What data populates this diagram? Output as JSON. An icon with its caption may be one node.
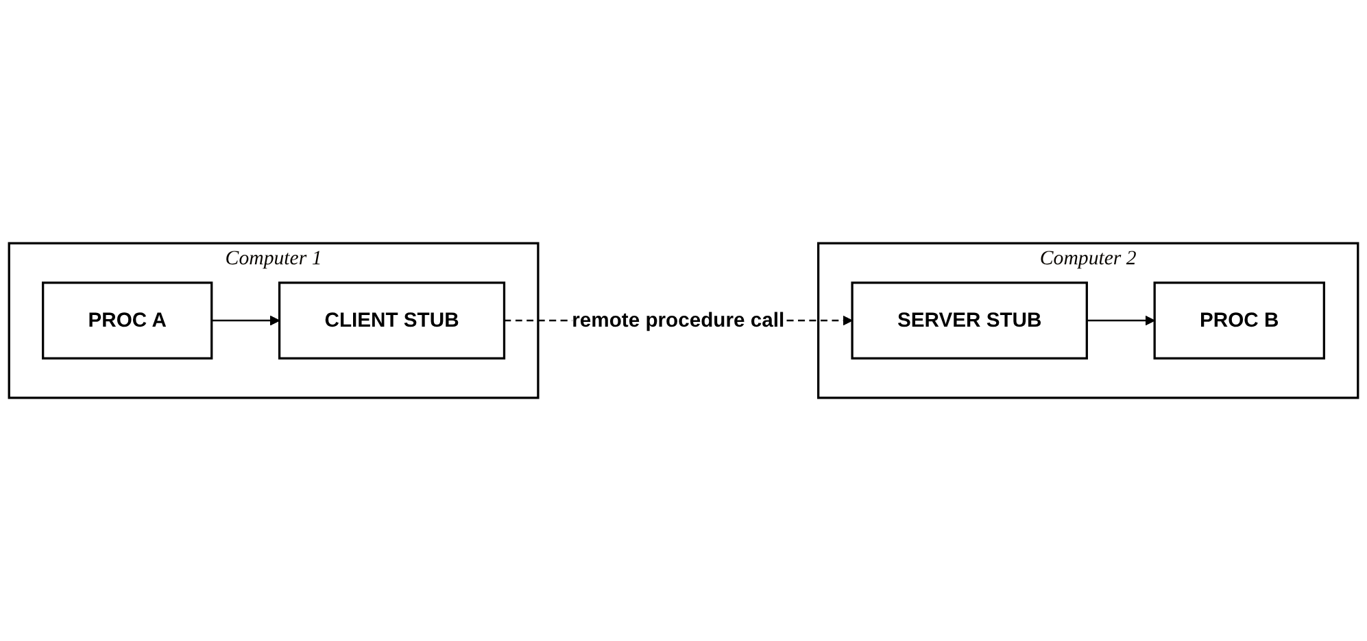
{
  "diagram": {
    "nodes": [
      {
        "text": [
          "Computer 1"
        ]
      },
      {
        "text": [
          "PROC A"
        ],
        "in": 0
      },
      {
        "text": [
          "CLIENT STUB"
        ],
        "in": 0
      },
      {
        "text": [
          "Computer 2"
        ]
      },
      {
        "text": [
          "SERVER STUB"
        ],
        "in": 3
      },
      {
        "text": [
          "PROC B"
        ],
        "in": 3
      }
    ],
    "edges": [
      {
        "from": 1,
        "to": 2,
        "arrow": "to"
      },
      {
        "from": 2,
        "to": 4,
        "arrow": "to",
        "label": "remote procedure call",
        "style": "dashed"
      },
      {
        "from": 4,
        "to": 5,
        "arrow": "to"
      }
    ]
  }
}
